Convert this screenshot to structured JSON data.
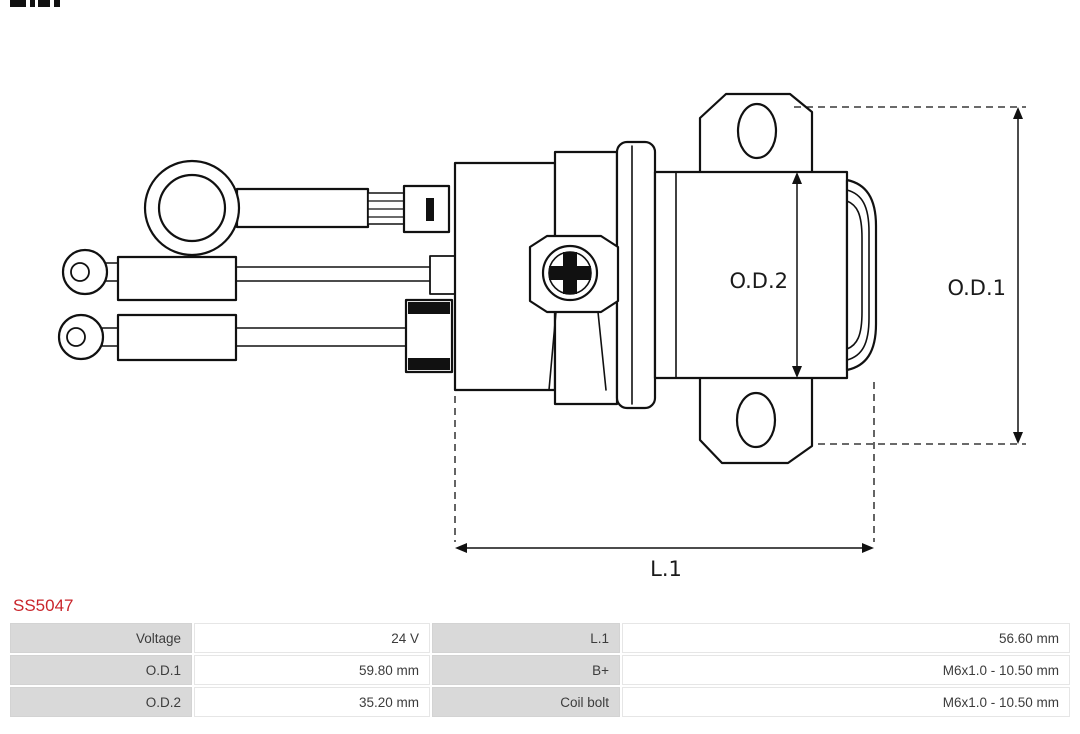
{
  "part_number": "SS5047",
  "colors": {
    "part_number_red": "#c9252b",
    "table_label_bg": "#d9d9d9",
    "line_color": "#111111"
  },
  "diagram": {
    "labels": {
      "od1": "O.D.1",
      "od2": "O.D.2",
      "l1": "L.1"
    }
  },
  "spec_table": {
    "rows": [
      {
        "c0": "Voltage",
        "c1": "24 V",
        "c2": "L.1",
        "c3": "56.60 mm"
      },
      {
        "c0": "O.D.1",
        "c1": "59.80 mm",
        "c2": "B+",
        "c3": "M6x1.0 - 10.50 mm"
      },
      {
        "c0": "O.D.2",
        "c1": "35.20 mm",
        "c2": "Coil bolt",
        "c3": "M6x1.0 - 10.50 mm"
      }
    ]
  }
}
